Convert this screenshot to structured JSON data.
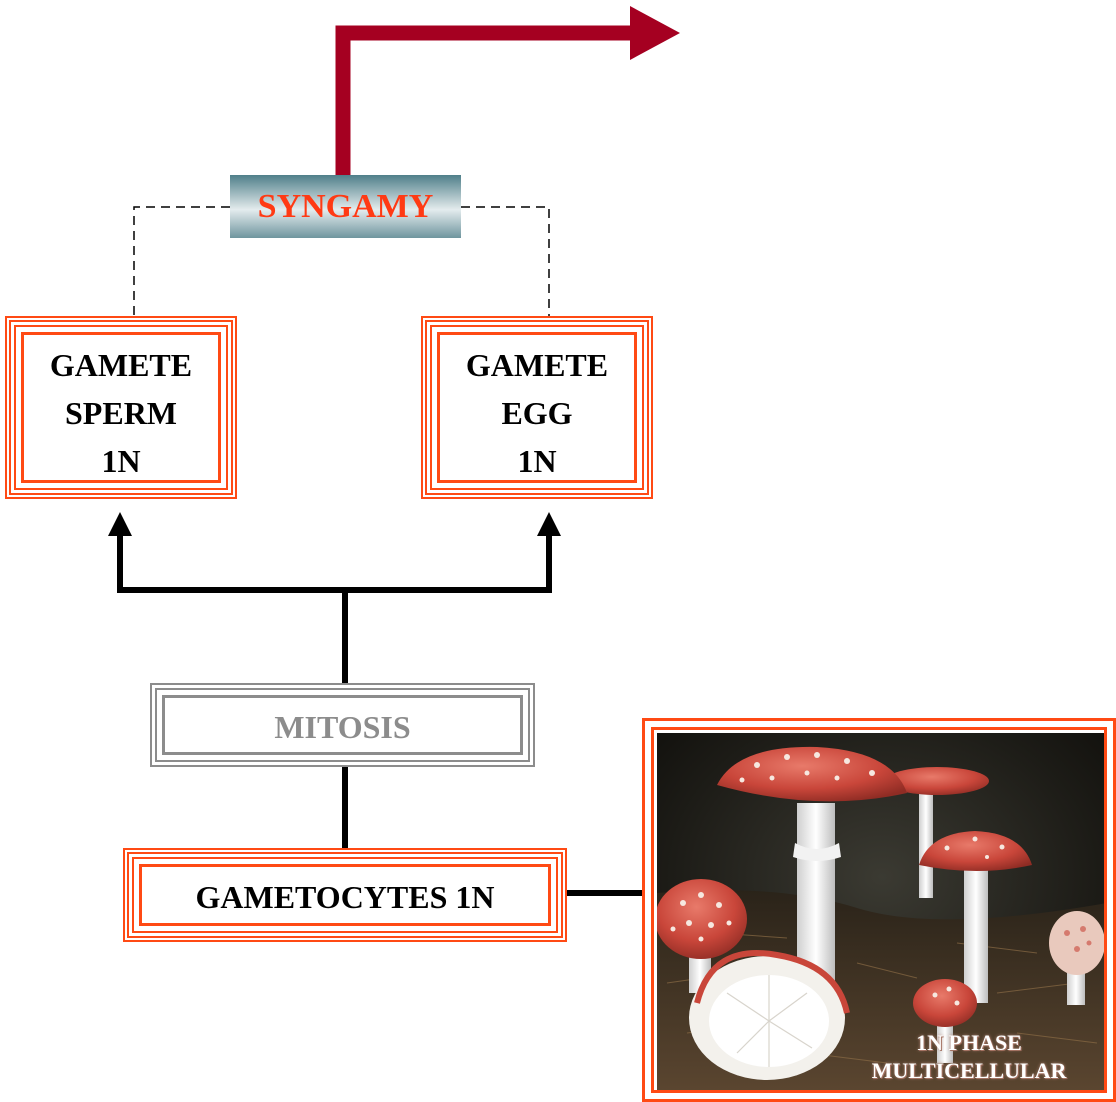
{
  "syngamy": {
    "label": "SYNGAMY"
  },
  "gamete_sperm": {
    "line1": "GAMETE",
    "line2": "SPERM",
    "line3": "1N"
  },
  "gamete_egg": {
    "line1": "GAMETE",
    "line2": "EGG",
    "line3": "1N"
  },
  "mitosis": {
    "label": "MITOSIS"
  },
  "gametocytes": {
    "label": "GAMETOCYTES 1N"
  },
  "photo": {
    "caption_line1": "1N PHASE",
    "caption_line2": "MULTICELLULAR",
    "image_subject": "red-capped-mushrooms"
  },
  "colors": {
    "box_border": "#ff4a14",
    "syngamy_text": "#ff3a14",
    "mitosis_gray": "#8c8c8c",
    "exit_arrow": "#a50021",
    "connector": "#000000"
  }
}
